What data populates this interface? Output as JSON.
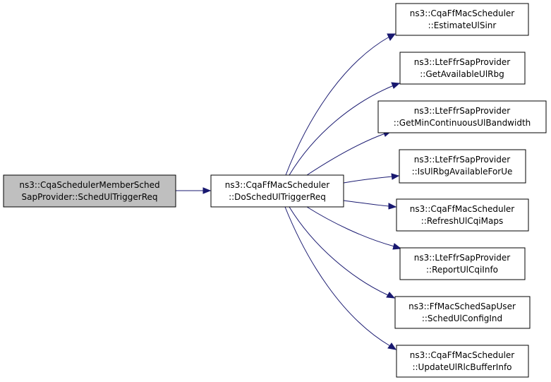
{
  "nodes": {
    "root": {
      "line1": "ns3::CqaSchedulerMemberSched",
      "line2": "SapProvider::SchedUlTriggerReq"
    },
    "mid": {
      "line1": "ns3::CqaFfMacScheduler",
      "line2": "::DoSchedUlTriggerReq"
    },
    "t0": {
      "line1": "ns3::CqaFfMacScheduler",
      "line2": "::EstimateUlSinr"
    },
    "t1": {
      "line1": "ns3::LteFfrSapProvider",
      "line2": "::GetAvailableUlRbg"
    },
    "t2": {
      "line1": "ns3::LteFfrSapProvider",
      "line2": "::GetMinContinuousUlBandwidth"
    },
    "t3": {
      "line1": "ns3::LteFfrSapProvider",
      "line2": "::IsUlRbgAvailableForUe"
    },
    "t4": {
      "line1": "ns3::CqaFfMacScheduler",
      "line2": "::RefreshUlCqiMaps"
    },
    "t5": {
      "line1": "ns3::LteFfrSapProvider",
      "line2": "::ReportUlCqiInfo"
    },
    "t6": {
      "line1": "ns3::FfMacSchedSapUser",
      "line2": "::SchedUlConfigInd"
    },
    "t7": {
      "line1": "ns3::CqaFfMacScheduler",
      "line2": "::UpdateUlRlcBufferInfo"
    }
  },
  "colors": {
    "edge": "#191970",
    "root_fill": "#bfbfbf",
    "node_fill": "#ffffff"
  }
}
